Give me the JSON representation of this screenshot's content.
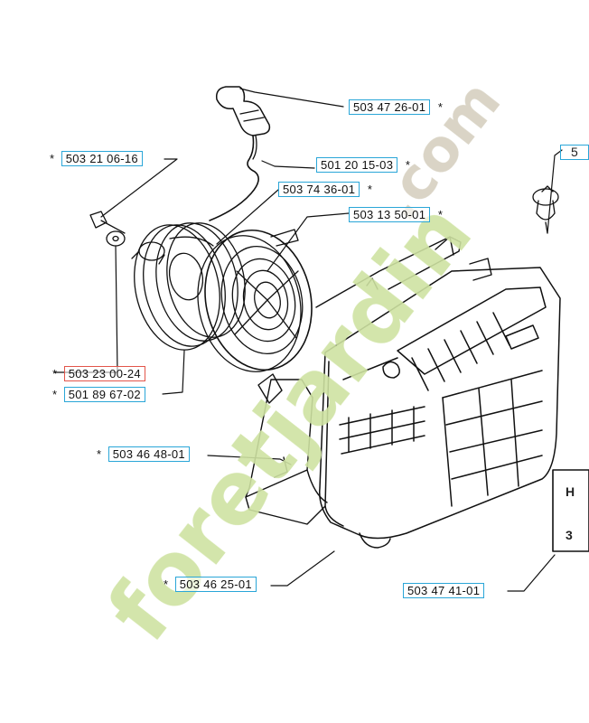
{
  "parts": {
    "p1": {
      "number": "503 47 26-01",
      "star": "*",
      "highlight": "blue"
    },
    "p2": {
      "number": "503 21 06-16",
      "star": "*",
      "highlight": "blue"
    },
    "p3": {
      "number": "501 20 15-03",
      "star": "*",
      "highlight": "blue"
    },
    "p4": {
      "number": "503 74 36-01",
      "star": "*",
      "highlight": "blue"
    },
    "p5": {
      "number": "503 13 50-01",
      "star": "*",
      "highlight": "blue"
    },
    "p6": {
      "number": "503 23 00-24",
      "star": "*",
      "highlight": "red"
    },
    "p7": {
      "number": "501 89 67-02",
      "star": "*",
      "highlight": "blue"
    },
    "p8": {
      "number": "503 46 48-01",
      "star": "*",
      "highlight": "blue"
    },
    "p9": {
      "number": "503 46 25-01",
      "star": "*",
      "highlight": "blue"
    },
    "p10": {
      "number": "503 47 41-01",
      "star": "",
      "highlight": "blue"
    }
  },
  "side_marks": {
    "top": "5",
    "panel_top": "H",
    "panel_bottom": "3"
  },
  "watermark": {
    "brand": "foretjardin",
    "domain": ".com"
  },
  "colors": {
    "box_blue": "#2aa6d8",
    "box_red": "#e2554a",
    "line": "#111111",
    "watermark_green": "#c9de9a",
    "watermark_orange": "#f4c08a"
  }
}
